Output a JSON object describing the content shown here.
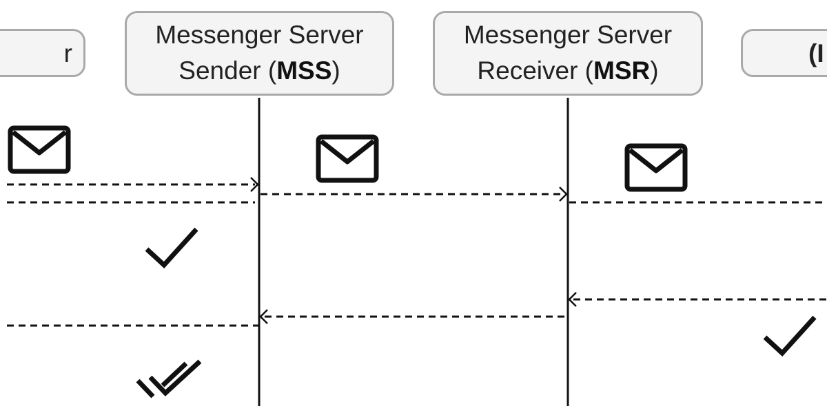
{
  "actors": {
    "left": {
      "fragment": "r"
    },
    "mss": {
      "line1": "Messenger Server",
      "line2_prefix": "Sender (",
      "abbr": "MSS",
      "line2_suffix": ")"
    },
    "msr": {
      "line1": "Messenger Server",
      "line2_prefix": "Receiver (",
      "abbr": "MSR",
      "line2_suffix": ")"
    },
    "right": {
      "fragment": "(I"
    }
  },
  "icons": [
    "envelope-icon",
    "envelope-icon",
    "envelope-icon",
    "checkmark-icon",
    "checkmark-icon",
    "double-checkmark-icon"
  ],
  "colors": {
    "stroke": "#111111",
    "box_fill": "#f4f4f4",
    "box_border": "#a9a9a9"
  }
}
